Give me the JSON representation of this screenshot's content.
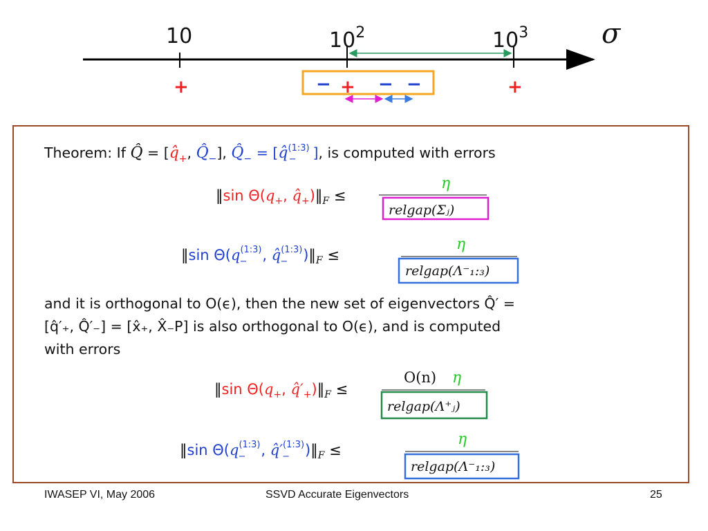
{
  "axis": {
    "sigma_label": "σ",
    "ticks": [
      {
        "base": "10",
        "exp": ""
      },
      {
        "base": "10",
        "exp": "2"
      },
      {
        "base": "10",
        "exp": "3"
      }
    ],
    "markers": [
      "+",
      "−",
      "+",
      "−",
      "−",
      "+"
    ]
  },
  "colors": {
    "red": "#ee2222",
    "blue": "#1f3fcf",
    "green": "#22cc22",
    "magenta": "#e020d0",
    "box_blue": "#3370dd",
    "box_green": "#238a4a",
    "orange": "#f5a623",
    "frame": "#9a4a24",
    "teal_arrow": "#2a9a60"
  },
  "theorem": {
    "line1": "Theorem: If Q̂ = [q̂₊, Q̂₋], Q̂₋ = [q̂₋⁽¹ᐟ³⁾], is computed with errors",
    "mid_line1": "and it is orthogonal to O(ϵ), then the new set of eigenvectors Q̂′ =",
    "mid_line2": "[q̂′₊, Q̂′₋] = [x̂₊, X̂₋P] is also orthogonal to O(ϵ), and is computed",
    "mid_line3": "with errors"
  },
  "equations": {
    "eta": "η",
    "on_eta": "O(n)",
    "den1": "relgap(Σⱼ)",
    "den2": "relgap(Λ⁻₁:₃)",
    "den3": "relgap(Λ⁺ⱼ)",
    "den4": "relgap(Λ⁻₁:₃)"
  },
  "footer": {
    "left": "IWASEP VI, May 2006",
    "center": "SSVD Accurate Eigenvectors",
    "page": "25"
  }
}
